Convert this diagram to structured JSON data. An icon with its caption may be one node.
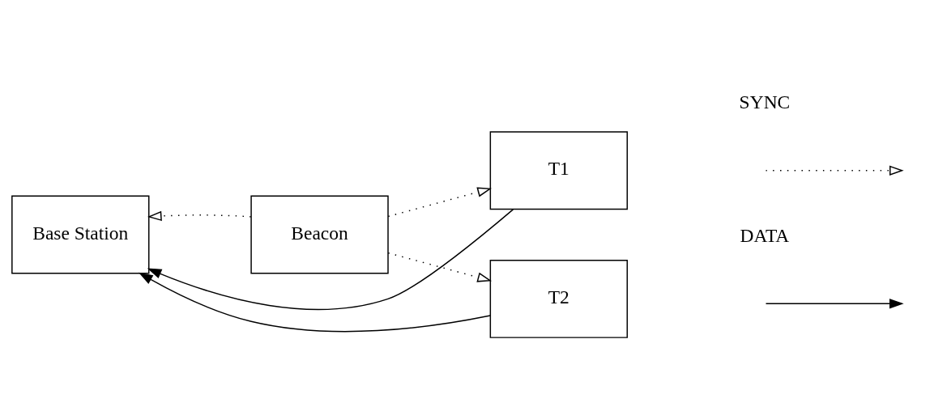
{
  "diagram": {
    "nodes": [
      {
        "text": [
          "Base Station"
        ]
      },
      {
        "text": [
          "T1"
        ]
      },
      {
        "text": [
          "T2"
        ]
      },
      {
        "text": [
          "Beacon"
        ]
      }
    ],
    "edges": [
      {
        "from": 1,
        "to": 0,
        "arrow": "to"
      },
      {
        "from": 2,
        "to": 0,
        "arrow": "to"
      },
      {
        "from": 3,
        "to": 0,
        "arrow": "to",
        "style": "dashed"
      },
      {
        "from": 3,
        "to": 1,
        "arrow": "to",
        "style": "dashed"
      },
      {
        "from": 3,
        "to": 2,
        "arrow": "to",
        "style": "dashed"
      }
    ],
    "legend": [
      {
        "text": "SYNC"
      },
      {
        "text": "DATA"
      }
    ]
  }
}
